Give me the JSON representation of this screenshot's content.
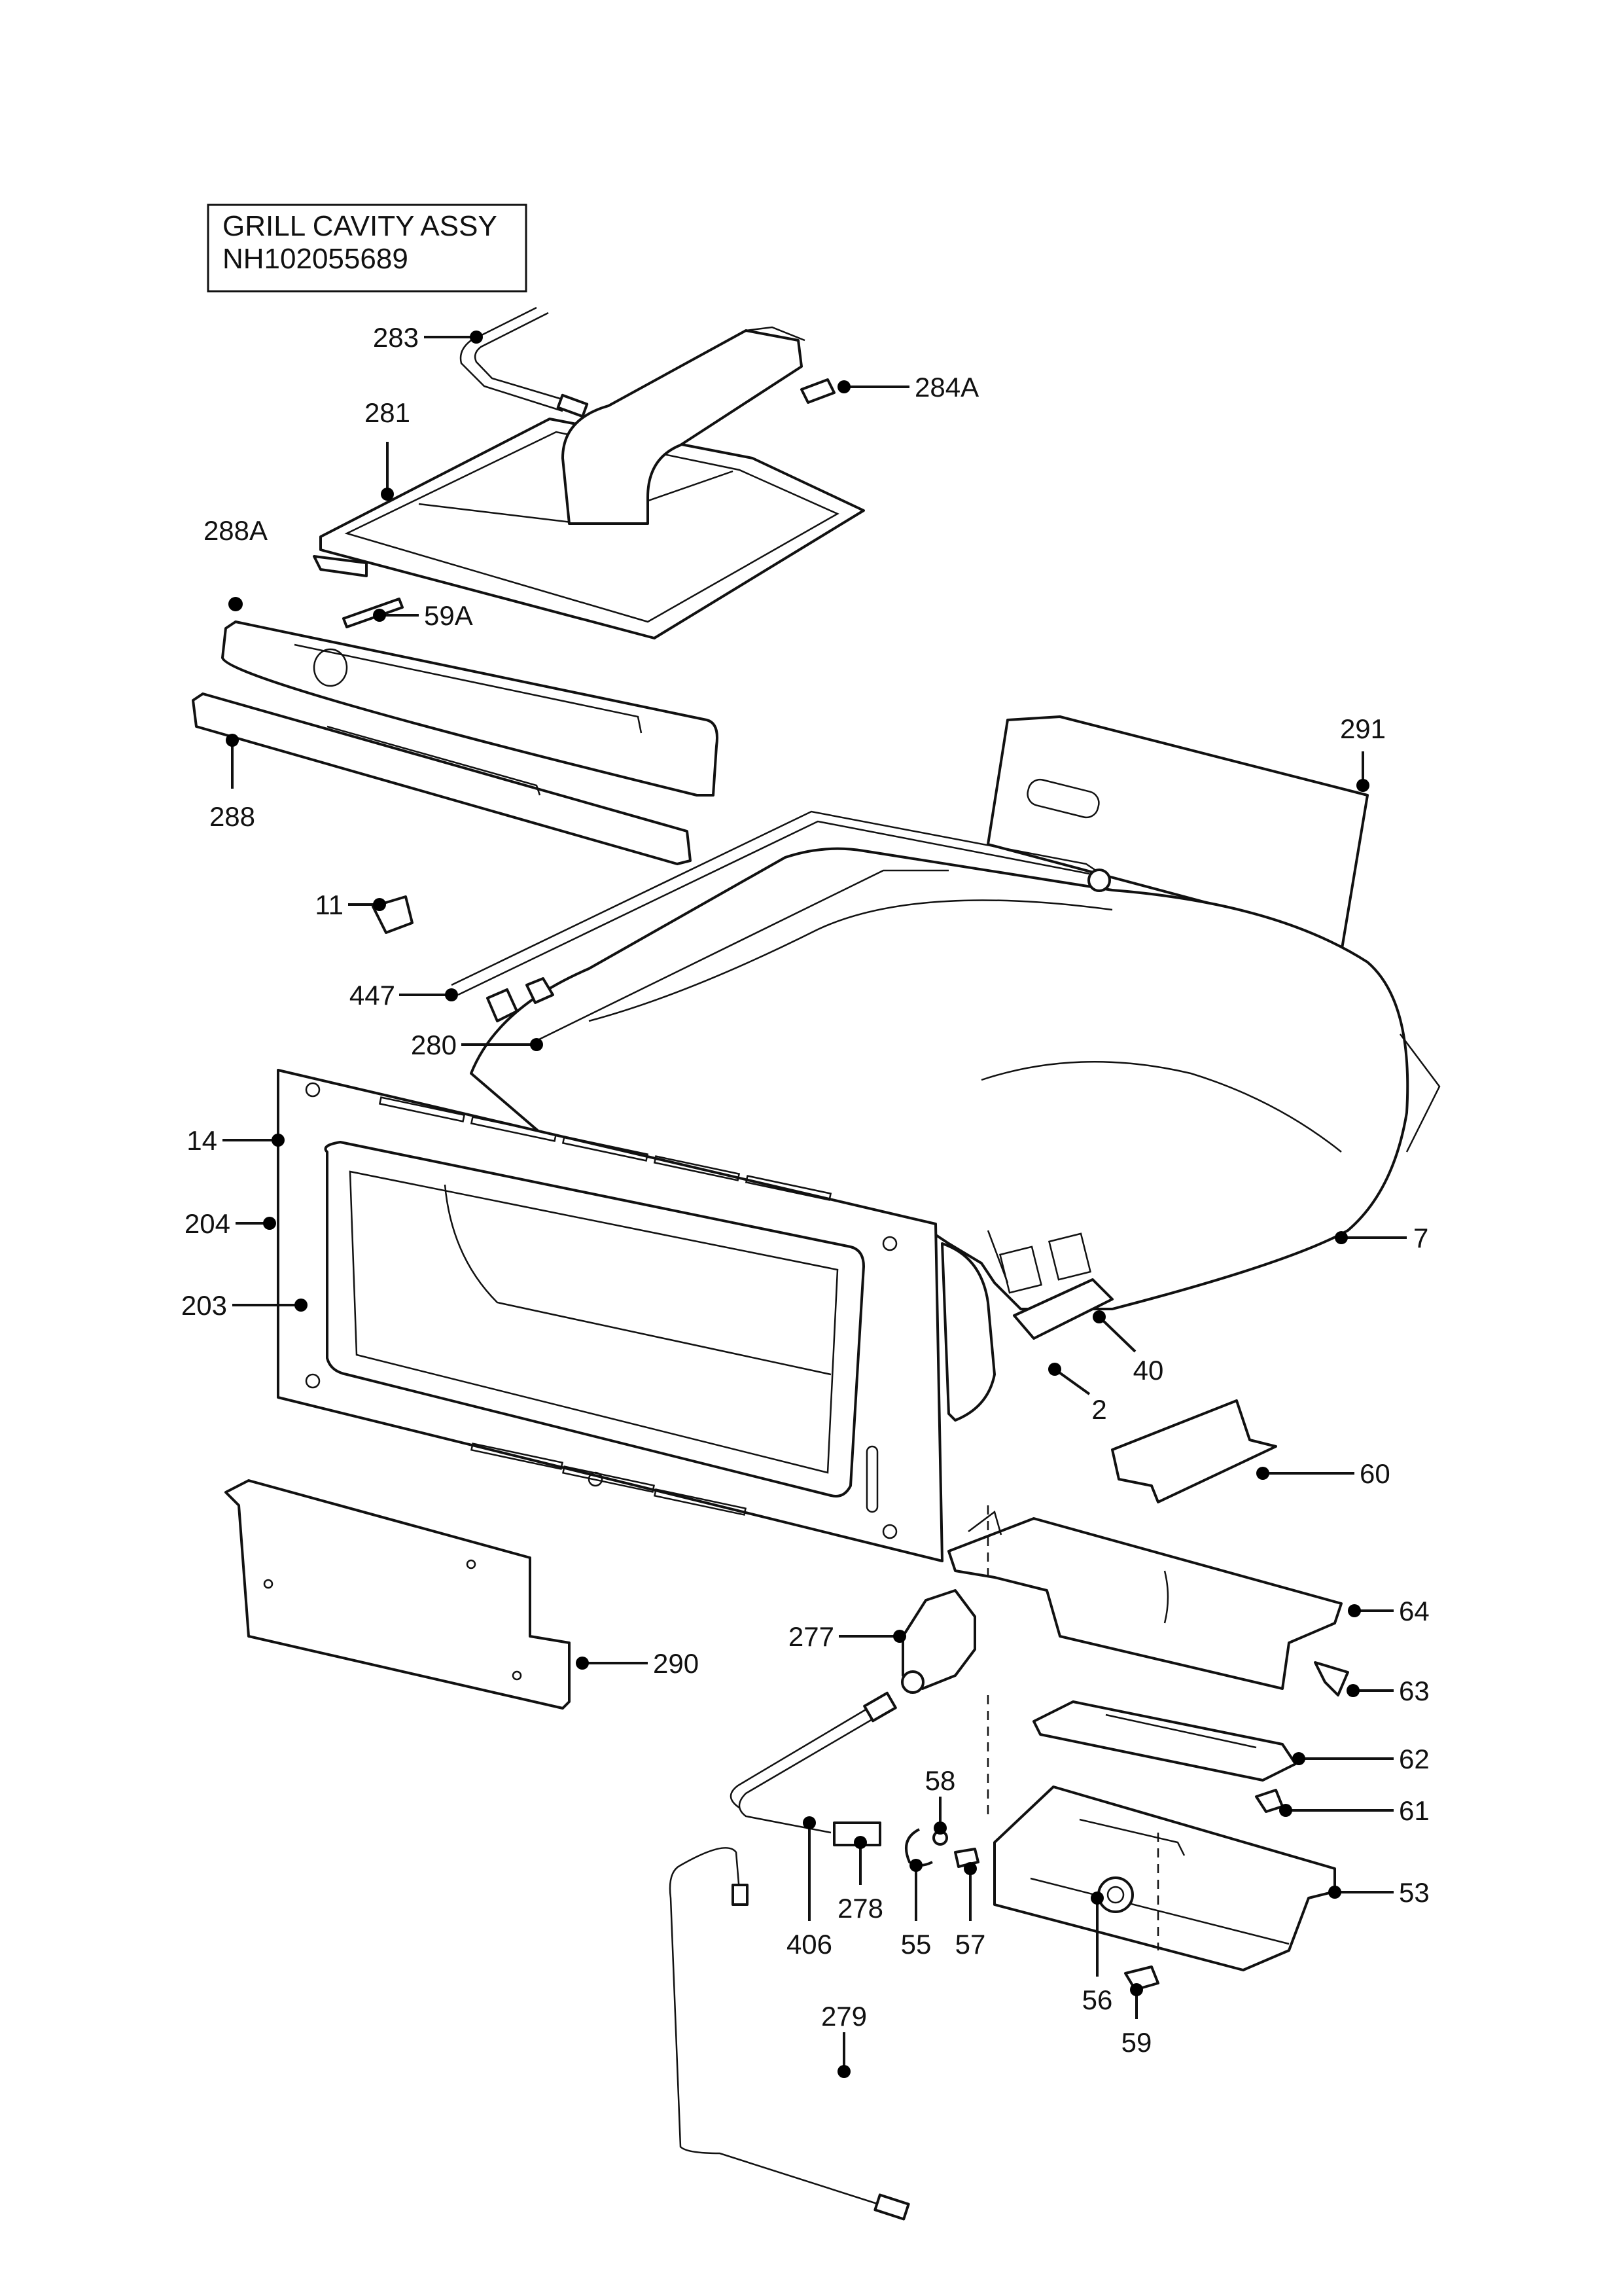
{
  "title_box": {
    "line1": "GRILL CAVITY ASSY",
    "line2": "NH102055689"
  },
  "callouts": [
    {
      "id": "c283",
      "label": "283"
    },
    {
      "id": "c284A",
      "label": "284A"
    },
    {
      "id": "c281",
      "label": "281"
    },
    {
      "id": "c288A",
      "label": "288A"
    },
    {
      "id": "c59A",
      "label": "59A"
    },
    {
      "id": "c288",
      "label": "288"
    },
    {
      "id": "c291",
      "label": "291"
    },
    {
      "id": "c11",
      "label": "11"
    },
    {
      "id": "c447",
      "label": "447"
    },
    {
      "id": "c280",
      "label": "280"
    },
    {
      "id": "c14",
      "label": "14"
    },
    {
      "id": "c204",
      "label": "204"
    },
    {
      "id": "c203",
      "label": "203"
    },
    {
      "id": "c7",
      "label": "7"
    },
    {
      "id": "c40",
      "label": "40"
    },
    {
      "id": "c2",
      "label": "2"
    },
    {
      "id": "c60",
      "label": "60"
    },
    {
      "id": "c64",
      "label": "64"
    },
    {
      "id": "c277",
      "label": "277"
    },
    {
      "id": "c290",
      "label": "290"
    },
    {
      "id": "c63",
      "label": "63"
    },
    {
      "id": "c62",
      "label": "62"
    },
    {
      "id": "c58",
      "label": "58"
    },
    {
      "id": "c61",
      "label": "61"
    },
    {
      "id": "c53",
      "label": "53"
    },
    {
      "id": "c406",
      "label": "406"
    },
    {
      "id": "c278",
      "label": "278"
    },
    {
      "id": "c55",
      "label": "55"
    },
    {
      "id": "c57",
      "label": "57"
    },
    {
      "id": "c279",
      "label": "279"
    },
    {
      "id": "c56",
      "label": "56"
    },
    {
      "id": "c59",
      "label": "59"
    }
  ]
}
